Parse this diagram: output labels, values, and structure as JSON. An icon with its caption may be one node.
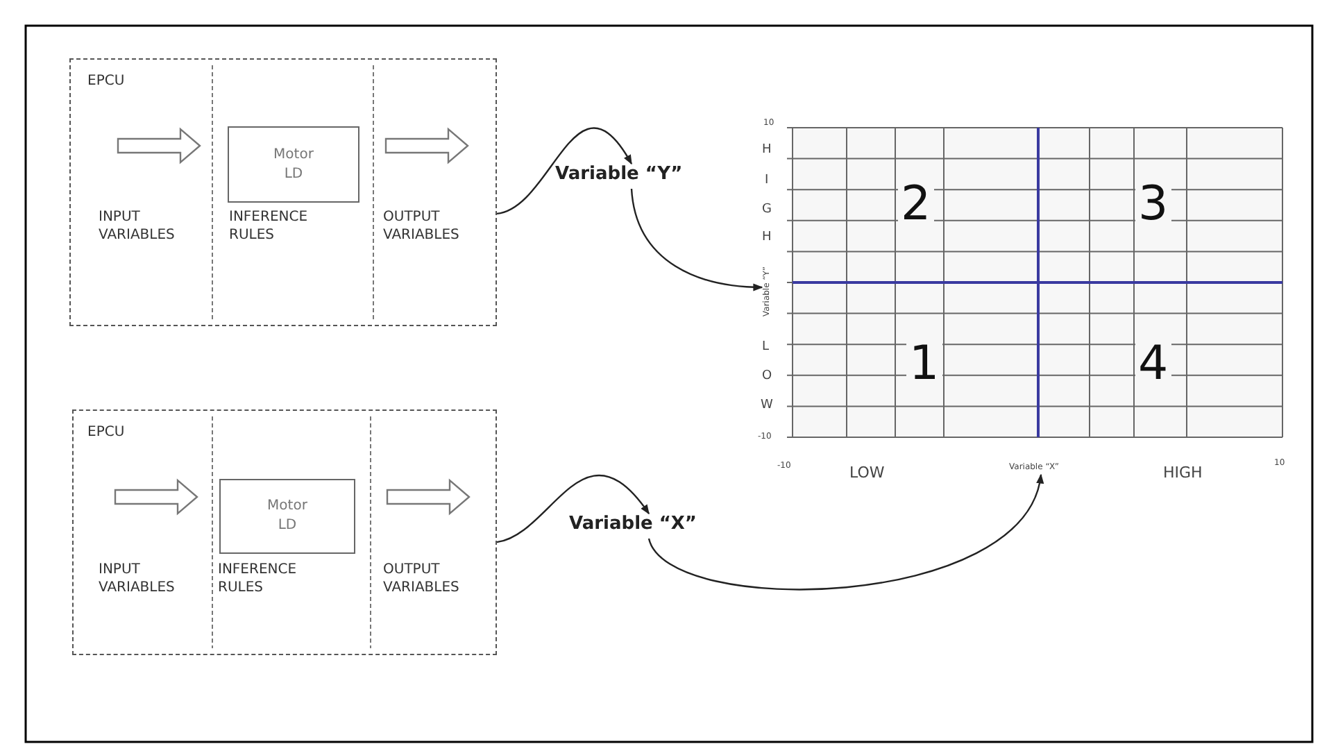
{
  "diagram": {
    "nodes": [
      {
        "text": [
          "EPCU",
          "INPUT VARIABLES",
          "INFERENCE RULES",
          "OUTPUT VARIABLES"
        ]
      },
      {
        "text": [
          "Motor LD"
        ],
        "in": 0
      },
      {
        "text": [
          "Variable “Y”"
        ]
      },
      {
        "text": [
          "EPCU",
          "INPUT VARIABLES",
          "INFERENCE RULES",
          "OUTPUT VARIABLES"
        ]
      },
      {
        "text": [
          "Motor LD"
        ],
        "in": 3
      },
      {
        "text": [
          "Variable “X”"
        ]
      },
      {
        "text": [
          "Variable “Y”"
        ]
      },
      {
        "text": [
          "Variable “X”"
        ]
      }
    ],
    "edges": [
      {
        "from": 0,
        "to": 2,
        "arrow": "to"
      },
      {
        "from": 2,
        "to": 6,
        "arrow": "to"
      },
      {
        "from": 3,
        "to": 5,
        "arrow": "to"
      },
      {
        "from": 5,
        "to": 7,
        "arrow": "to"
      }
    ],
    "labels": [
      "10",
      "H",
      "I",
      "G",
      "H",
      "2",
      "3",
      "1",
      "4",
      "L",
      "O",
      "W",
      "-10",
      "-10",
      "LOW",
      "HIGH",
      "10"
    ]
  }
}
